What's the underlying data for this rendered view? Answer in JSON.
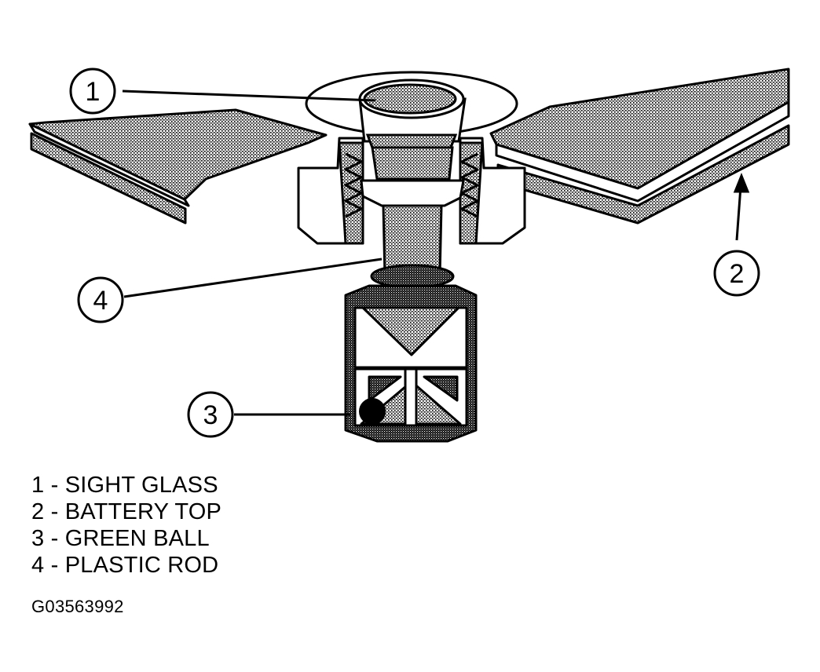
{
  "callouts": [
    {
      "number": "1"
    },
    {
      "number": "2"
    },
    {
      "number": "3"
    },
    {
      "number": "4"
    }
  ],
  "legend": [
    "1 - SIGHT GLASS",
    "2 - BATTERY TOP",
    "3 - GREEN BALL",
    "4 - PLASTIC ROD"
  ],
  "figure_id": "G03563992",
  "colors": {
    "ink": "#000000",
    "paper": "#ffffff",
    "stipple": "#8a8a8a"
  }
}
